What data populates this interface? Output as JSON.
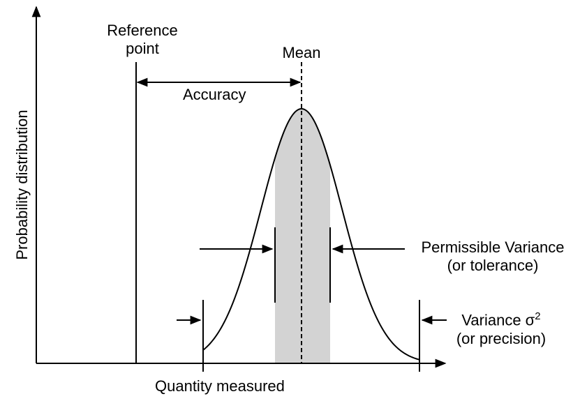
{
  "labels": {
    "reference_point": "Reference\npoint",
    "mean": "Mean",
    "accuracy": "Accuracy",
    "permissible_variance_line1": "Permissible Variance",
    "permissible_variance_line2": "(or tolerance)",
    "variance_text": "Variance σ",
    "variance_exponent": "2",
    "variance_line2": "(or precision)",
    "x_axis": "Quantity measured",
    "y_axis": "Probability distribution"
  },
  "colors": {
    "stroke": "#000000",
    "shade": "#d3d3d3"
  }
}
